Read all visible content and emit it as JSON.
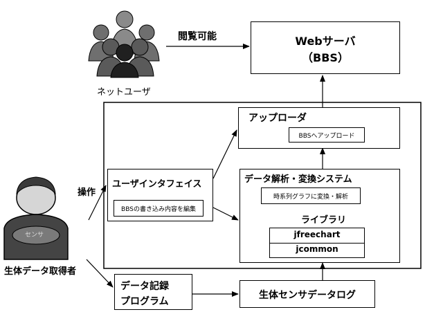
{
  "web_server": {
    "line1": "Webサーバ",
    "line2": "（BBS）"
  },
  "net_users": {
    "label": "ネットユーザ",
    "arrow_label": "閲覧可能"
  },
  "uploader": {
    "title": "アップローダ",
    "sub": "BBSへアップロード"
  },
  "analysis": {
    "title": "データ解析・変換システム",
    "sub": "時系列グラフに変換・解析",
    "library_title": "ライブラリ",
    "libraries": [
      "jfreechart",
      "jcommon"
    ]
  },
  "user_interface": {
    "title": "ユーザインタフェイス",
    "sub": "BBSの書き込み内容を編集"
  },
  "acquirer": {
    "label": "生体データ取得者",
    "arrow_label": "操作",
    "badge": "センサ"
  },
  "recording_program": {
    "line1": "データ記録",
    "line2": "プログラム"
  },
  "sensor_log": {
    "label": "生体センサデータログ"
  }
}
